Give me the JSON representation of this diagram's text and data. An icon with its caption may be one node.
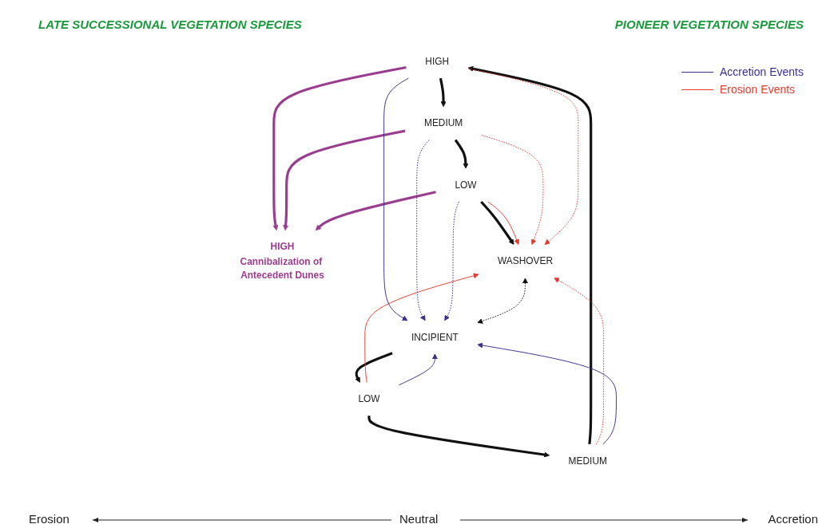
{
  "diagram": {
    "nodes": [
      {
        "text": [
          "HIGH",
          "Cannibalization of Antecedent Dunes"
        ]
      },
      {
        "text": [
          "HIGH"
        ]
      },
      {
        "text": [
          "MEDIUM"
        ]
      },
      {
        "text": [
          "MEDIUM"
        ]
      },
      {
        "text": [
          "LOW"
        ]
      },
      {
        "text": [
          "LOW"
        ]
      },
      {
        "text": [
          "WASHOVER"
        ]
      },
      {
        "text": [
          "INCIPIENT"
        ]
      }
    ],
    "edges": [
      {
        "from": 1,
        "to": 2,
        "arrow": "to",
        "style": "thick"
      },
      {
        "from": 2,
        "to": 4,
        "arrow": "to",
        "style": "thick"
      },
      {
        "from": 4,
        "to": 6,
        "arrow": "to",
        "style": "thick"
      },
      {
        "from": 7,
        "to": 5,
        "arrow": "to",
        "style": "thick"
      },
      {
        "from": 5,
        "to": 3,
        "arrow": "to",
        "style": "thick"
      },
      {
        "from": 3,
        "to": 1,
        "arrow": "to",
        "style": "thick"
      },
      {
        "from": 1,
        "to": 0,
        "arrow": "to",
        "style": "thick",
        "color": "#9b3d8f"
      },
      {
        "from": 2,
        "to": 0,
        "arrow": "to",
        "style": "thick",
        "color": "#9b3d8f"
      },
      {
        "from": 4,
        "to": 0,
        "arrow": "to",
        "style": "thick",
        "color": "#9b3d8f"
      },
      {
        "from": 4,
        "to": 6,
        "arrow": "to",
        "color": "#e8392f"
      },
      {
        "from": 2,
        "to": 6,
        "arrow": "to",
        "style": "dashed",
        "color": "#e8392f"
      },
      {
        "from": 1,
        "to": 6,
        "arrow": "to",
        "style": "dashed",
        "color": "#e8392f"
      },
      {
        "from": 3,
        "to": 6,
        "arrow": "to",
        "style": "dashed",
        "color": "#e8392f"
      },
      {
        "from": 5,
        "to": 6,
        "arrow": "to",
        "color": "#e8392f"
      },
      {
        "from": 1,
        "to": 7,
        "arrow": "to",
        "color": "#3b2f8f"
      },
      {
        "from": 3,
        "to": 7,
        "arrow": "to",
        "color": "#3b2f8f"
      },
      {
        "from": 5,
        "to": 7,
        "arrow": "to",
        "color": "#3b2f8f"
      },
      {
        "from": 2,
        "to": 7,
        "arrow": "to",
        "style": "dashed",
        "color": "#3b2f8f"
      },
      {
        "from": 4,
        "to": 7,
        "arrow": "to",
        "style": "dashed",
        "color": "#3b2f8f"
      },
      {
        "from": 6,
        "to": 7,
        "arrow": "both",
        "style": "dashed"
      }
    ],
    "labels": [
      "LATE SUCCESSIONAL VEGETATION SPECIES",
      "PIONEER VEGETATION SPECIES",
      "Erosion",
      "Neutral",
      "Accretion"
    ],
    "legend": [
      {
        "text": "Accretion Events"
      },
      {
        "text": "Erosion Events"
      }
    ]
  }
}
